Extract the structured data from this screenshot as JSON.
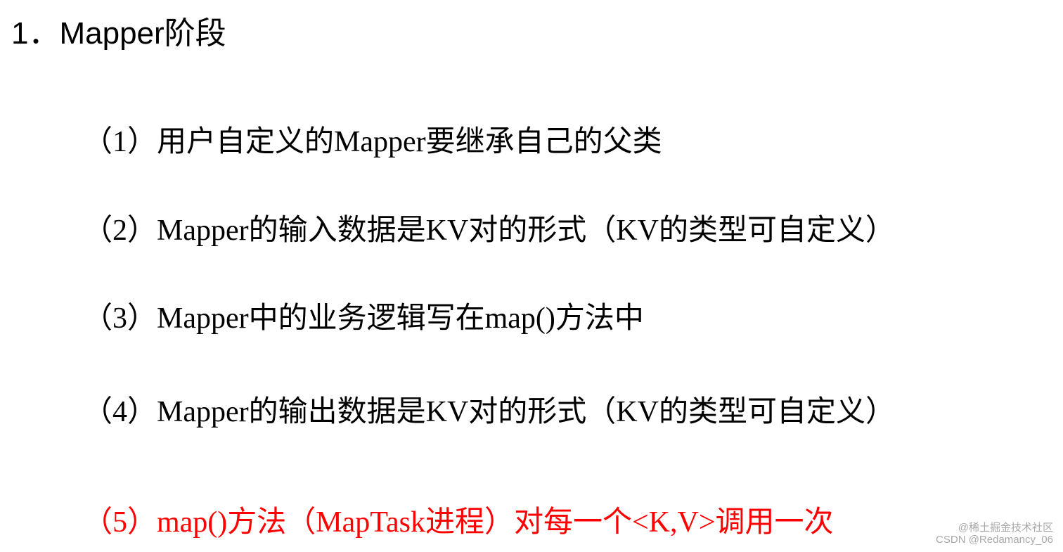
{
  "heading": "1．Mapper阶段",
  "items": [
    "（1）用户自定义的Mapper要继承自己的父类",
    "（2）Mapper的输入数据是KV对的形式（KV的类型可自定义）",
    "（3）Mapper中的业务逻辑写在map()方法中",
    "（4）Mapper的输出数据是KV对的形式（KV的类型可自定义）",
    "（5）map()方法（MapTask进程）对每一个<K,V>调用一次"
  ],
  "watermark": {
    "line1": "@稀土掘金技术社区",
    "line2": "CSDN @Redamancy_06"
  },
  "colors": {
    "text": "#000000",
    "highlight": "#ff0000",
    "watermark": "#a8a8a8"
  }
}
